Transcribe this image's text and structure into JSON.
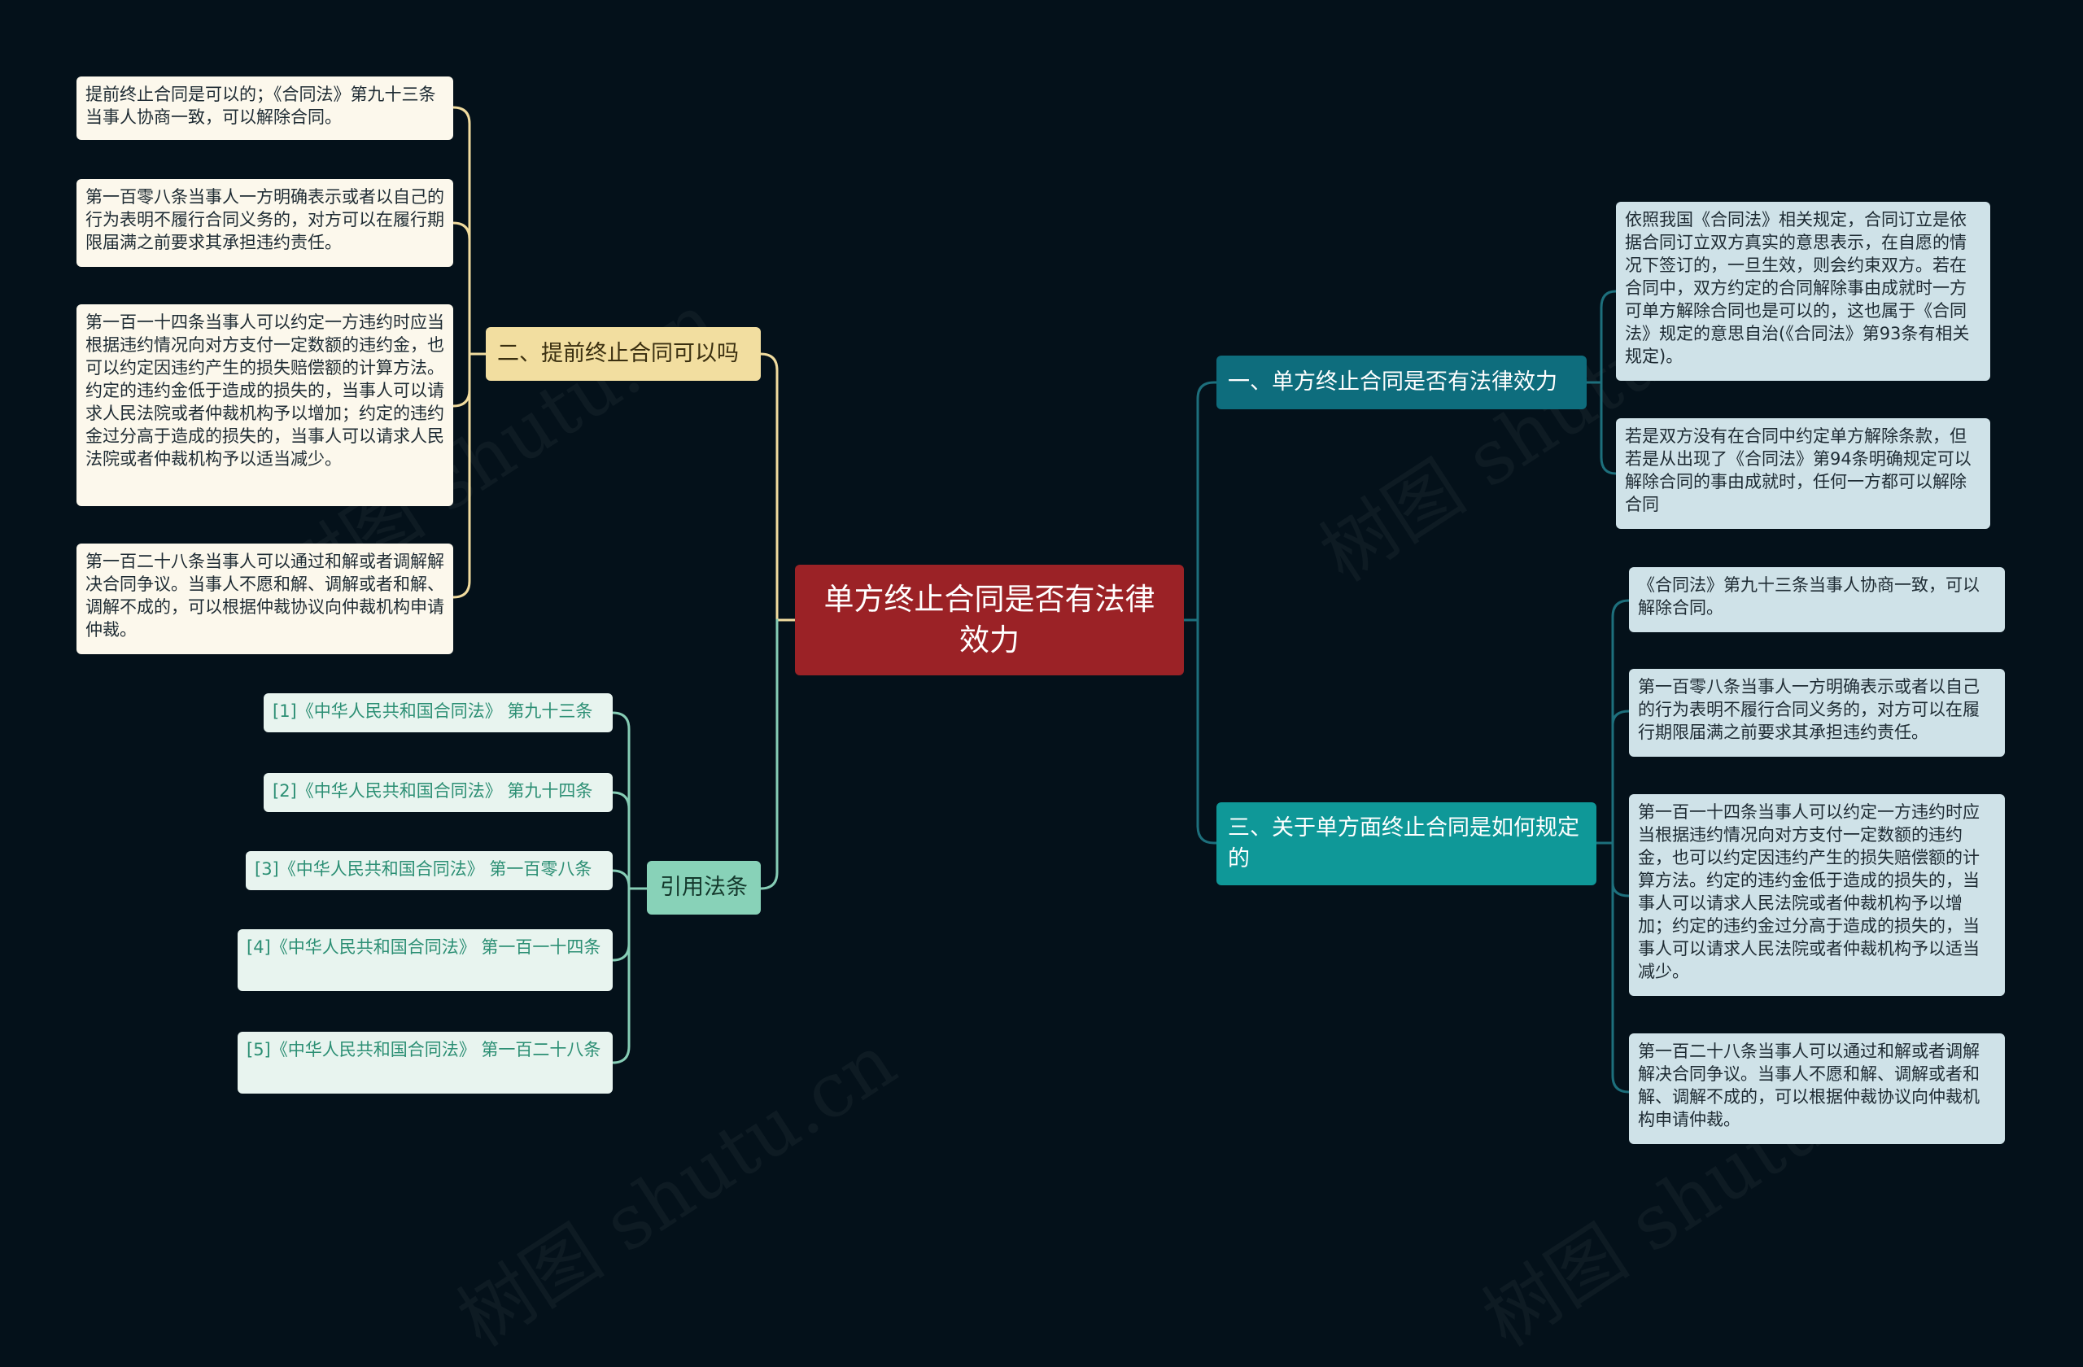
{
  "colors": {
    "background": "#04111a",
    "center": "#9b2226",
    "branch_right_1": "#0e6d7d",
    "branch_right_2": "#0f9898",
    "branch_left_1": "#f2dea0",
    "branch_left_2": "#88d2b8",
    "line_left": "#f1dc9f",
    "line_right": "#1d6f7c",
    "line_refs": "#86cdb5"
  },
  "watermark": "树图 shutu.cn",
  "center": {
    "title": "单方终止合同是否有法律效力"
  },
  "right": {
    "branch1": {
      "label": "一、单方终止合同是否有法律效力",
      "leaves": [
        "依照我国《合同法》相关规定，合同订立是依据合同订立双方真实的意思表示，在自愿的情况下签订的，一旦生效，则会约束双方。若在合同中，双方约定的合同解除事由成就时一方可单方解除合同也是可以的，这也属于《合同法》规定的意思自治(《合同法》第93条有相关规定)。",
        "若是双方没有在合同中约定单方解除条款，但若是从出现了《合同法》第94条明确规定可以解除合同的事由成就时，任何一方都可以解除合同"
      ]
    },
    "branch2": {
      "label": "三、关于单方面终止合同是如何规定的",
      "leaves": [
        "《合同法》第九十三条当事人协商一致，可以解除合同。",
        "第一百零八条当事人一方明确表示或者以自己的行为表明不履行合同义务的，对方可以在履行期限届满之前要求其承担违约责任。",
        "第一百一十四条当事人可以约定一方违约时应当根据违约情况向对方支付一定数额的违约金，也可以约定因违约产生的损失赔偿额的计算方法。约定的违约金低于造成的损失的，当事人可以请求人民法院或者仲裁机构予以增加；约定的违约金过分高于造成的损失的，当事人可以请求人民法院或者仲裁机构予以适当减少。",
        "第一百二十八条当事人可以通过和解或者调解解决合同争议。当事人不愿和解、调解或者和解、调解不成的，可以根据仲裁协议向仲裁机构申请仲裁。"
      ]
    }
  },
  "left": {
    "branch1": {
      "label": "二、提前终止合同可以吗",
      "leaves": [
        "提前终止合同是可以的；《合同法》第九十三条当事人协商一致，可以解除合同。",
        "第一百零八条当事人一方明确表示或者以自己的行为表明不履行合同义务的，对方可以在履行期限届满之前要求其承担违约责任。",
        "第一百一十四条当事人可以约定一方违约时应当根据违约情况向对方支付一定数额的违约金，也可以约定因违约产生的损失赔偿额的计算方法。约定的违约金低于造成的损失的，当事人可以请求人民法院或者仲裁机构予以增加；约定的违约金过分高于造成的损失的，当事人可以请求人民法院或者仲裁机构予以适当减少。",
        "第一百二十八条当事人可以通过和解或者调解解决合同争议。当事人不愿和解、调解或者和解、调解不成的，可以根据仲裁协议向仲裁机构申请仲裁。"
      ]
    },
    "branch2": {
      "label": "引用法条",
      "leaves": [
        "[1]《中华人民共和国合同法》 第九十三条",
        "[2]《中华人民共和国合同法》 第九十四条",
        "[3]《中华人民共和国合同法》 第一百零八条",
        "[4]《中华人民共和国合同法》 第一百一十四条",
        "[5]《中华人民共和国合同法》 第一百二十八条"
      ]
    }
  }
}
